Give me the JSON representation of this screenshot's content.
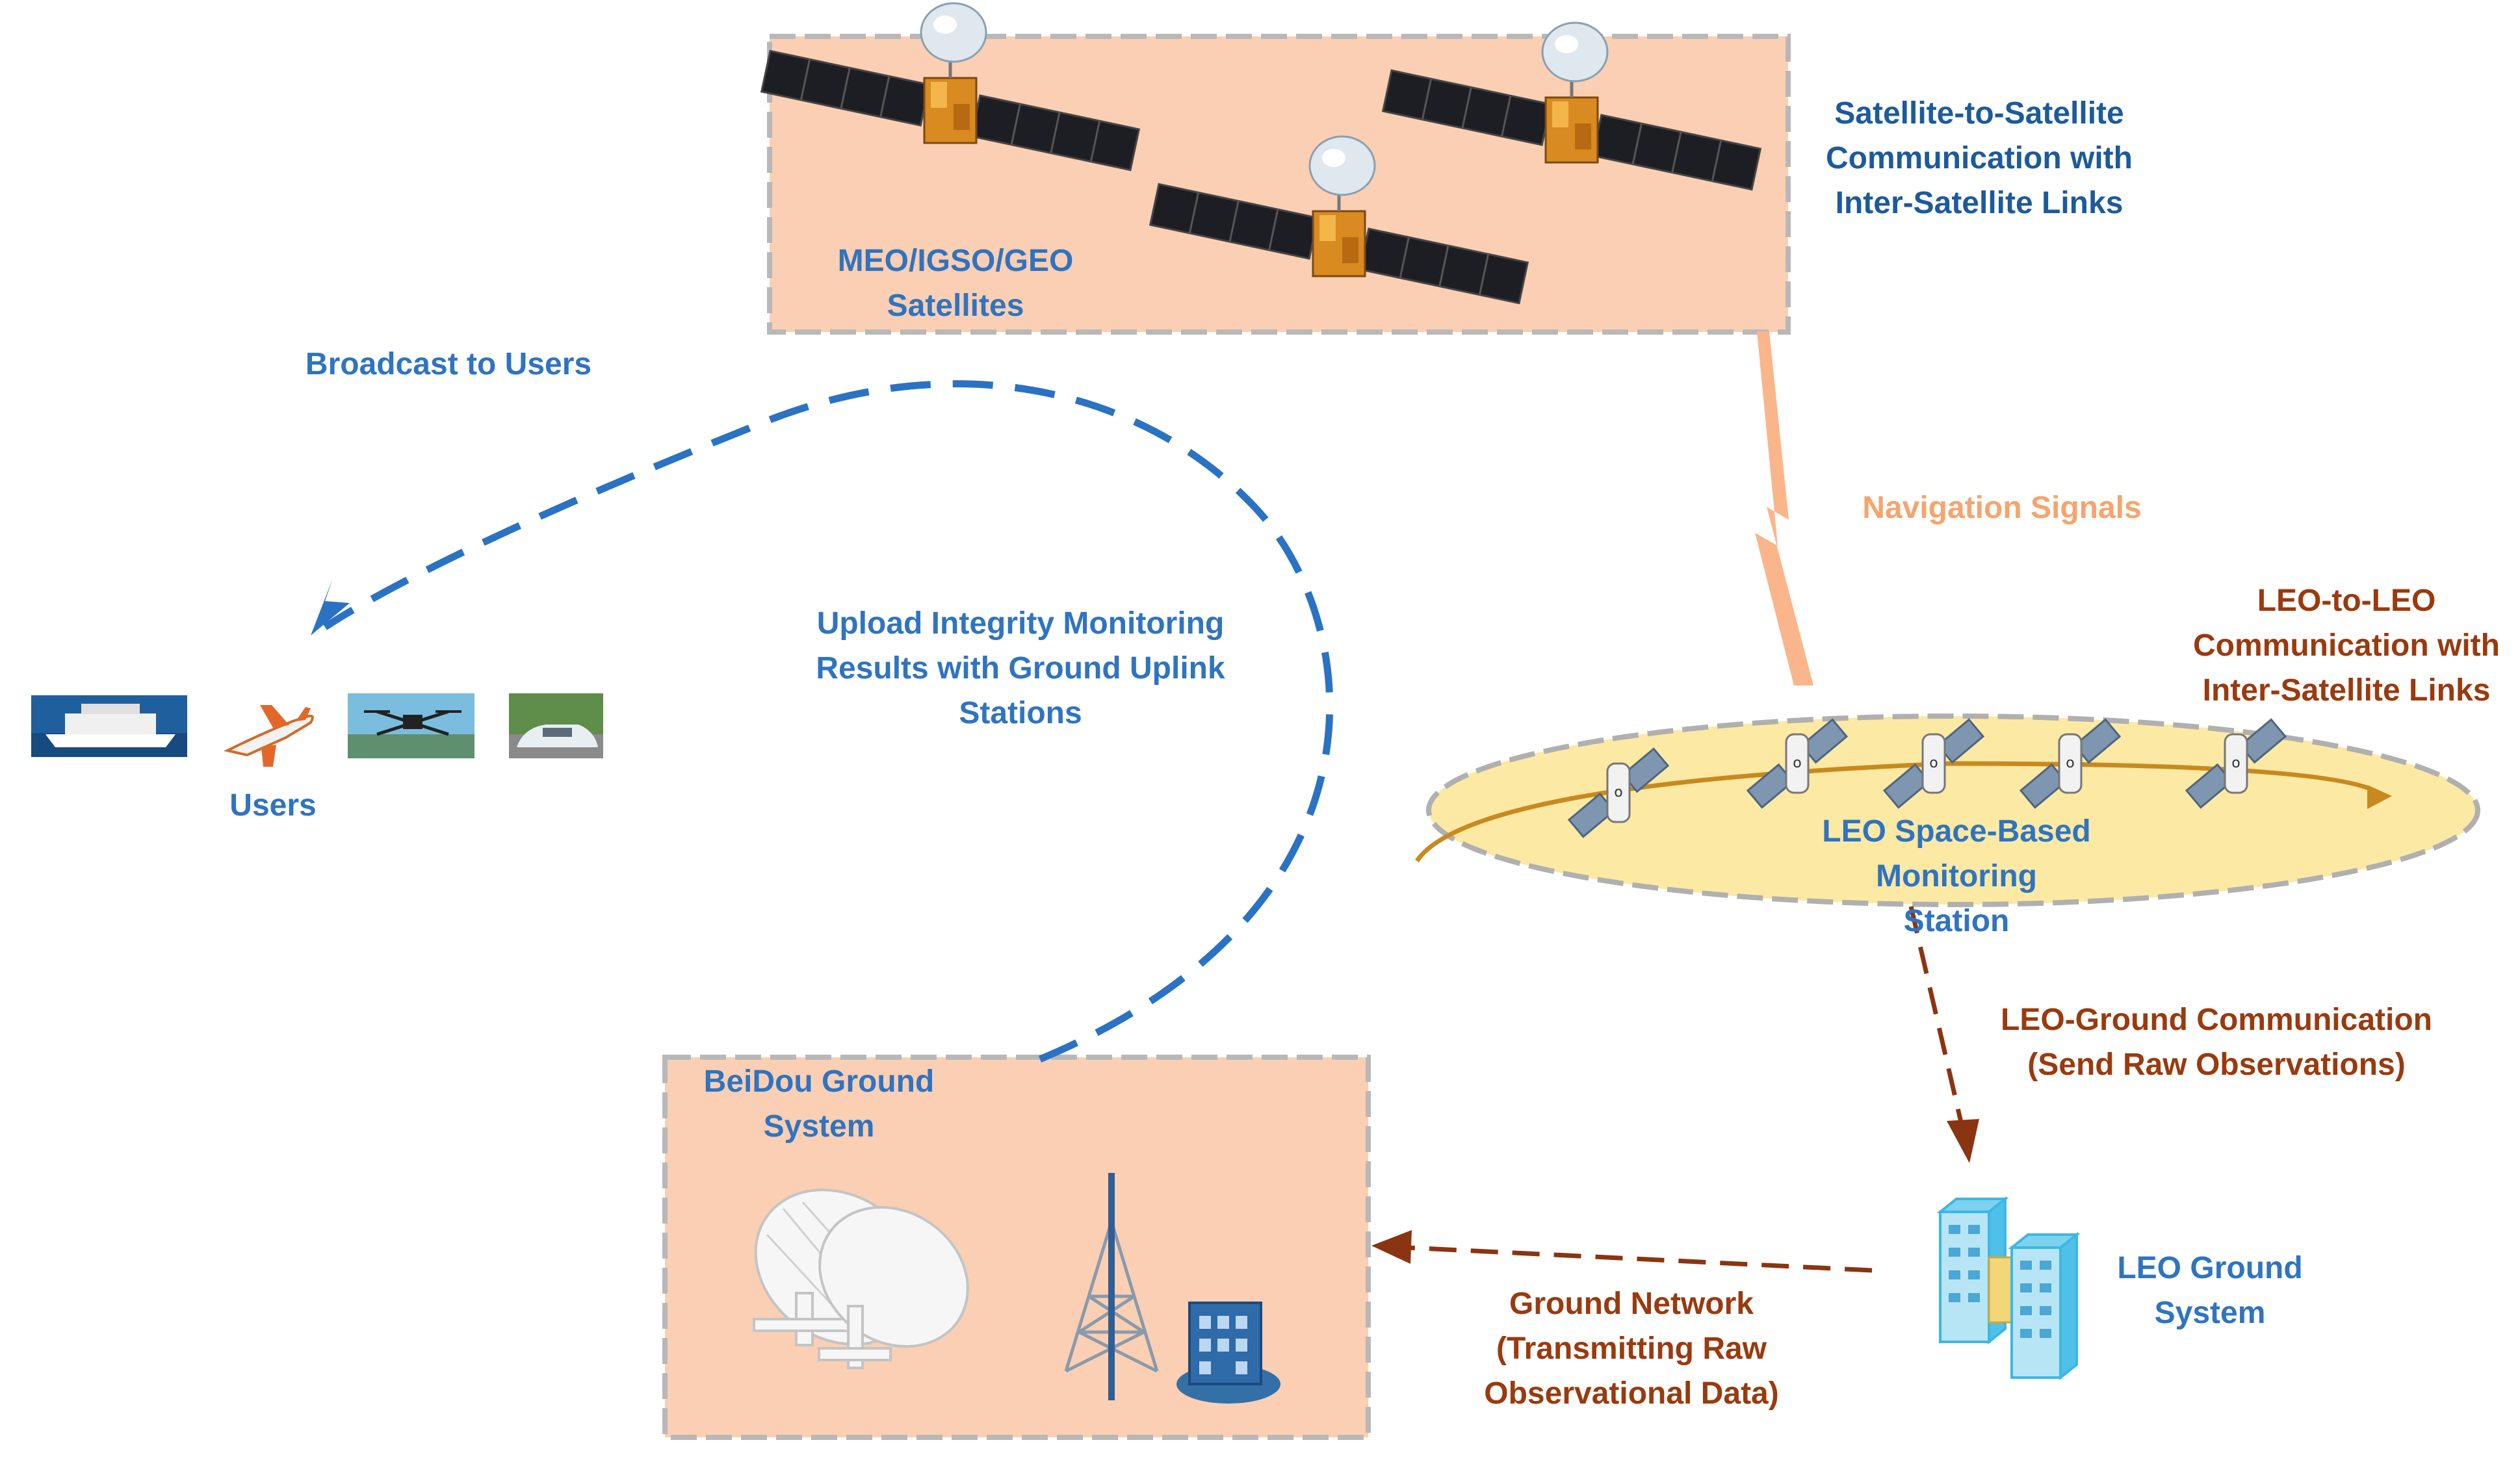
{
  "colors": {
    "box_fill": "#fbcfb3",
    "box_border": "#b8b8b8",
    "ellipse_fill": "#fce9a4",
    "orbit": "#c8891e",
    "blue_dashed": "#2a72c4",
    "brown_dashed": "#8b3411",
    "lightning": "#fbb58b",
    "text_blue": "#2f74c0",
    "text_brown": "#9a3a0e",
    "text_orange": "#f6a46e"
  },
  "labels": {
    "meo_igso_geo": [
      "MEO/IGSO/GEO",
      "Satellites"
    ],
    "sat_to_sat": [
      "Satellite-to-Satellite",
      "Communication with",
      "Inter-Satellite Links"
    ],
    "broadcast": [
      "Broadcast to Users"
    ],
    "navigation_signals": [
      "Navigation Signals"
    ],
    "upload_integrity": [
      "Upload Integrity Monitoring",
      "Results with Ground Uplink",
      "Stations"
    ],
    "leo_to_leo": [
      "LEO-to-LEO",
      "Communication with",
      "Inter-Satellite Links"
    ],
    "users": [
      "Users"
    ],
    "leo_station": [
      "LEO Space-Based",
      "Monitoring",
      "Station"
    ],
    "leo_ground_comm": [
      "LEO-Ground Communication",
      "(Send Raw Observations)"
    ],
    "beidou_ground": [
      "BeiDou Ground",
      "System"
    ],
    "leo_ground_system": [
      "LEO Ground",
      "System"
    ],
    "ground_network": [
      "Ground Network",
      "(Transmitting Raw",
      "Observational Data)"
    ]
  },
  "icons": {
    "satellites": [
      "satellite-icon",
      "satellite-icon",
      "satellite-icon"
    ],
    "leo_satellites": [
      "leo-satellite-icon",
      "leo-satellite-icon",
      "leo-satellite-icon",
      "leo-satellite-icon",
      "leo-satellite-icon"
    ],
    "users": [
      "ship-icon",
      "airplane-icon",
      "drone-icon",
      "car-icon"
    ],
    "ground": [
      "dish-antenna-icon",
      "radio-tower-icon",
      "building-icon",
      "server-buildings-icon"
    ]
  }
}
